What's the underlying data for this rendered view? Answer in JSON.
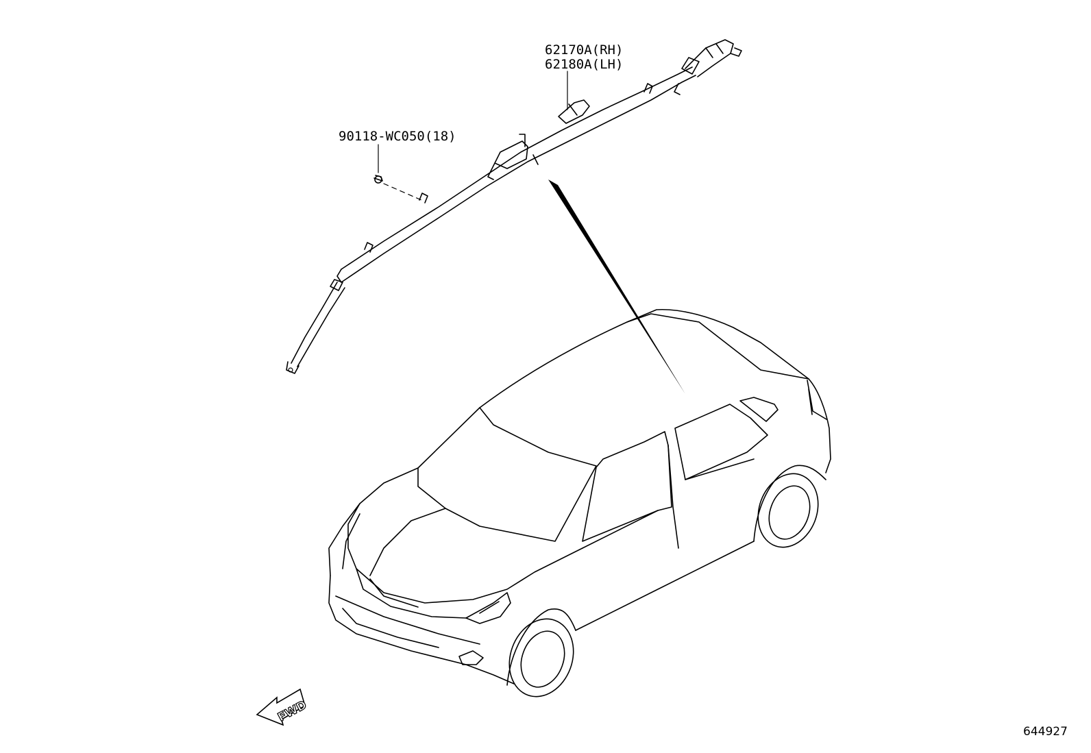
{
  "labels": {
    "part_rh": "62170A(RH)",
    "part_lh": "62180A(LH)",
    "bolt": "90118-WC050(18)"
  },
  "direction_label": "FWD",
  "diagram_number": "644927"
}
